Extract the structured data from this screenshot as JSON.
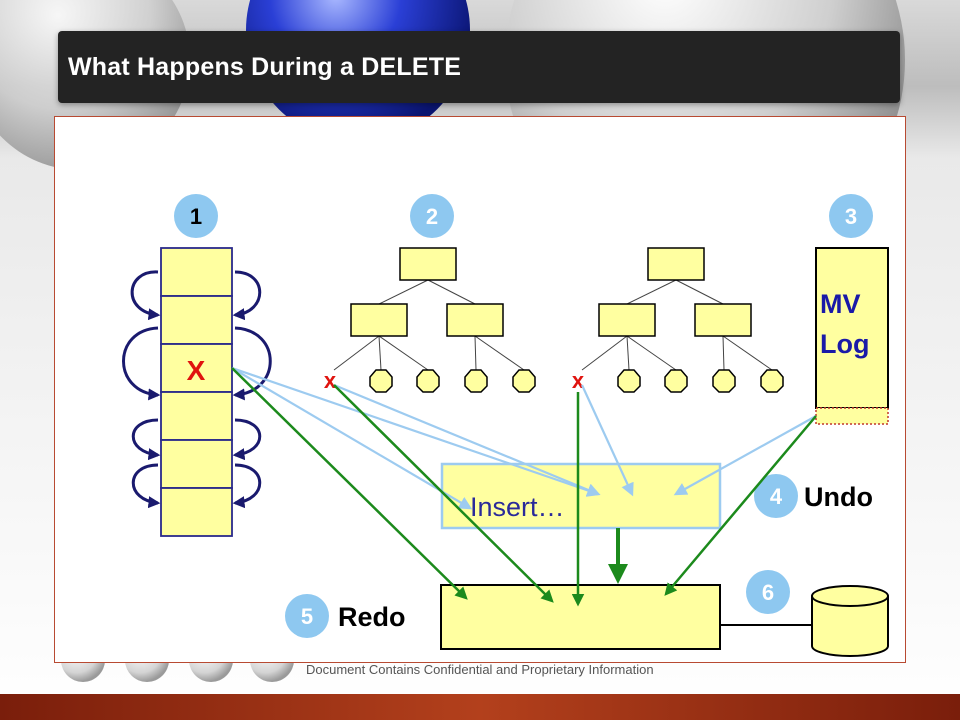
{
  "title": "What Happens During a DELETE",
  "footer": "Document Contains Confidential and Proprietary Information",
  "steps": {
    "one": "1",
    "two": "2",
    "three": "3",
    "four": "4",
    "five": "5",
    "six": "6"
  },
  "table_x": "X",
  "index_x": "x",
  "mv_log_line1": "MV",
  "mv_log_line2": "Log",
  "undo": "Undo",
  "redo": "Redo",
  "insert": "Insert…",
  "colors": {
    "badge": "#8ec8f0",
    "box_fill": "#ffffa0",
    "blue_arrow": "#9dcbf0",
    "green_arrow": "#1c8a1c",
    "delete_mark": "#e0140f",
    "title_bar": "#232323",
    "bottom_bar": "#b3401c"
  }
}
